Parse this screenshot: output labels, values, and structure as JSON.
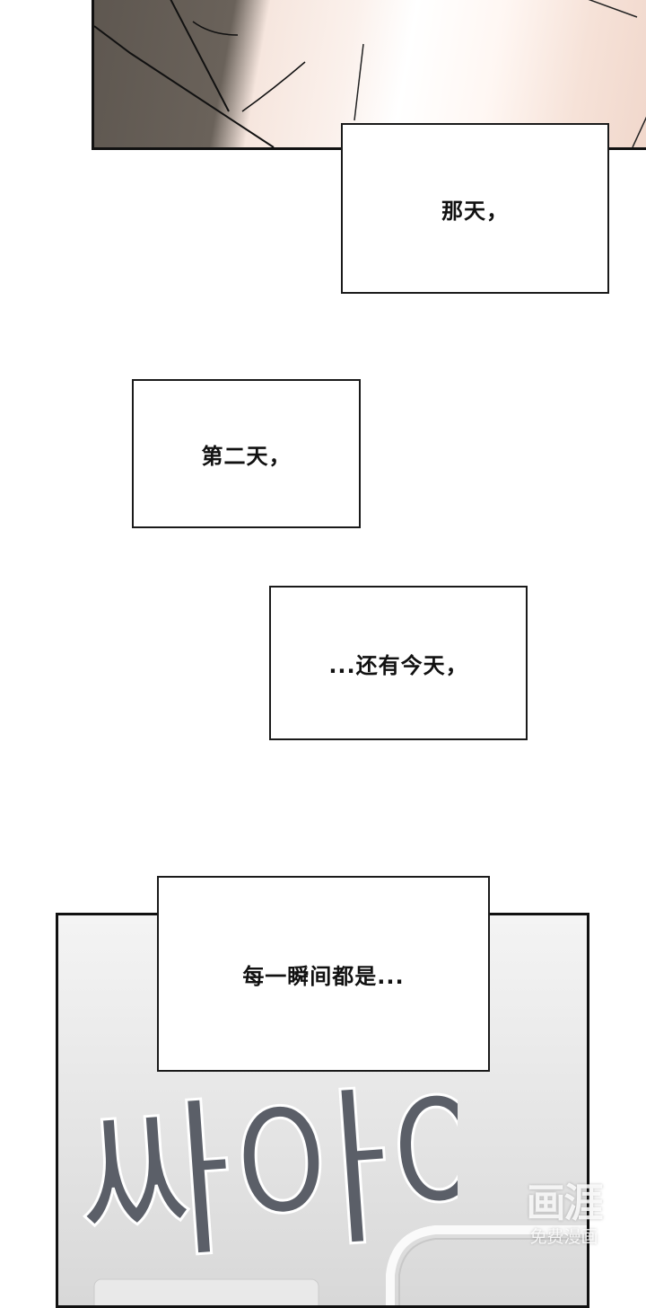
{
  "captions": [
    {
      "text": "那天，"
    },
    {
      "text": "第二天，"
    },
    {
      "text": "...还有今天，"
    },
    {
      "text": "每一瞬间都是..."
    }
  ],
  "sound_effect": {
    "text": "싸아아",
    "color": "#5b5f68"
  },
  "watermark": {
    "logo": "画涯",
    "tagline": "免费漫画"
  }
}
